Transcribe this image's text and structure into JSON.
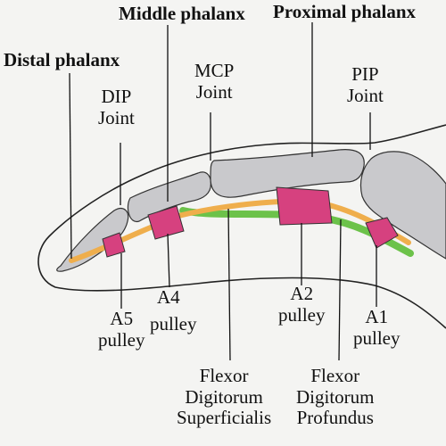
{
  "labels": {
    "middle_phalanx": "Middle phalanx",
    "proximal_phalanx": "Proximal phalanx",
    "distal_phalanx": "Distal phalanx",
    "mcp": [
      "MCP",
      "Joint"
    ],
    "pip": [
      "PIP",
      "Joint"
    ],
    "dip": [
      "DIP",
      "Joint"
    ],
    "a4": "A4",
    "a5": [
      "A5",
      "pulley"
    ],
    "pulley_a4": "pulley",
    "a2": [
      "A2",
      "pulley"
    ],
    "a1": [
      "A1",
      "pulley"
    ],
    "fds": [
      "Flexor",
      "Digitorum",
      "Superficialis"
    ],
    "fdp": [
      "Flexor",
      "Digitorum",
      "Profundus"
    ]
  },
  "colors": {
    "background": "#f4f4f2",
    "bone": "#c9c9cc",
    "pulley": "#d6417f",
    "fds_tendon": "#6cc24a",
    "fdp_tendon": "#efae4c",
    "outline": "#222222"
  }
}
